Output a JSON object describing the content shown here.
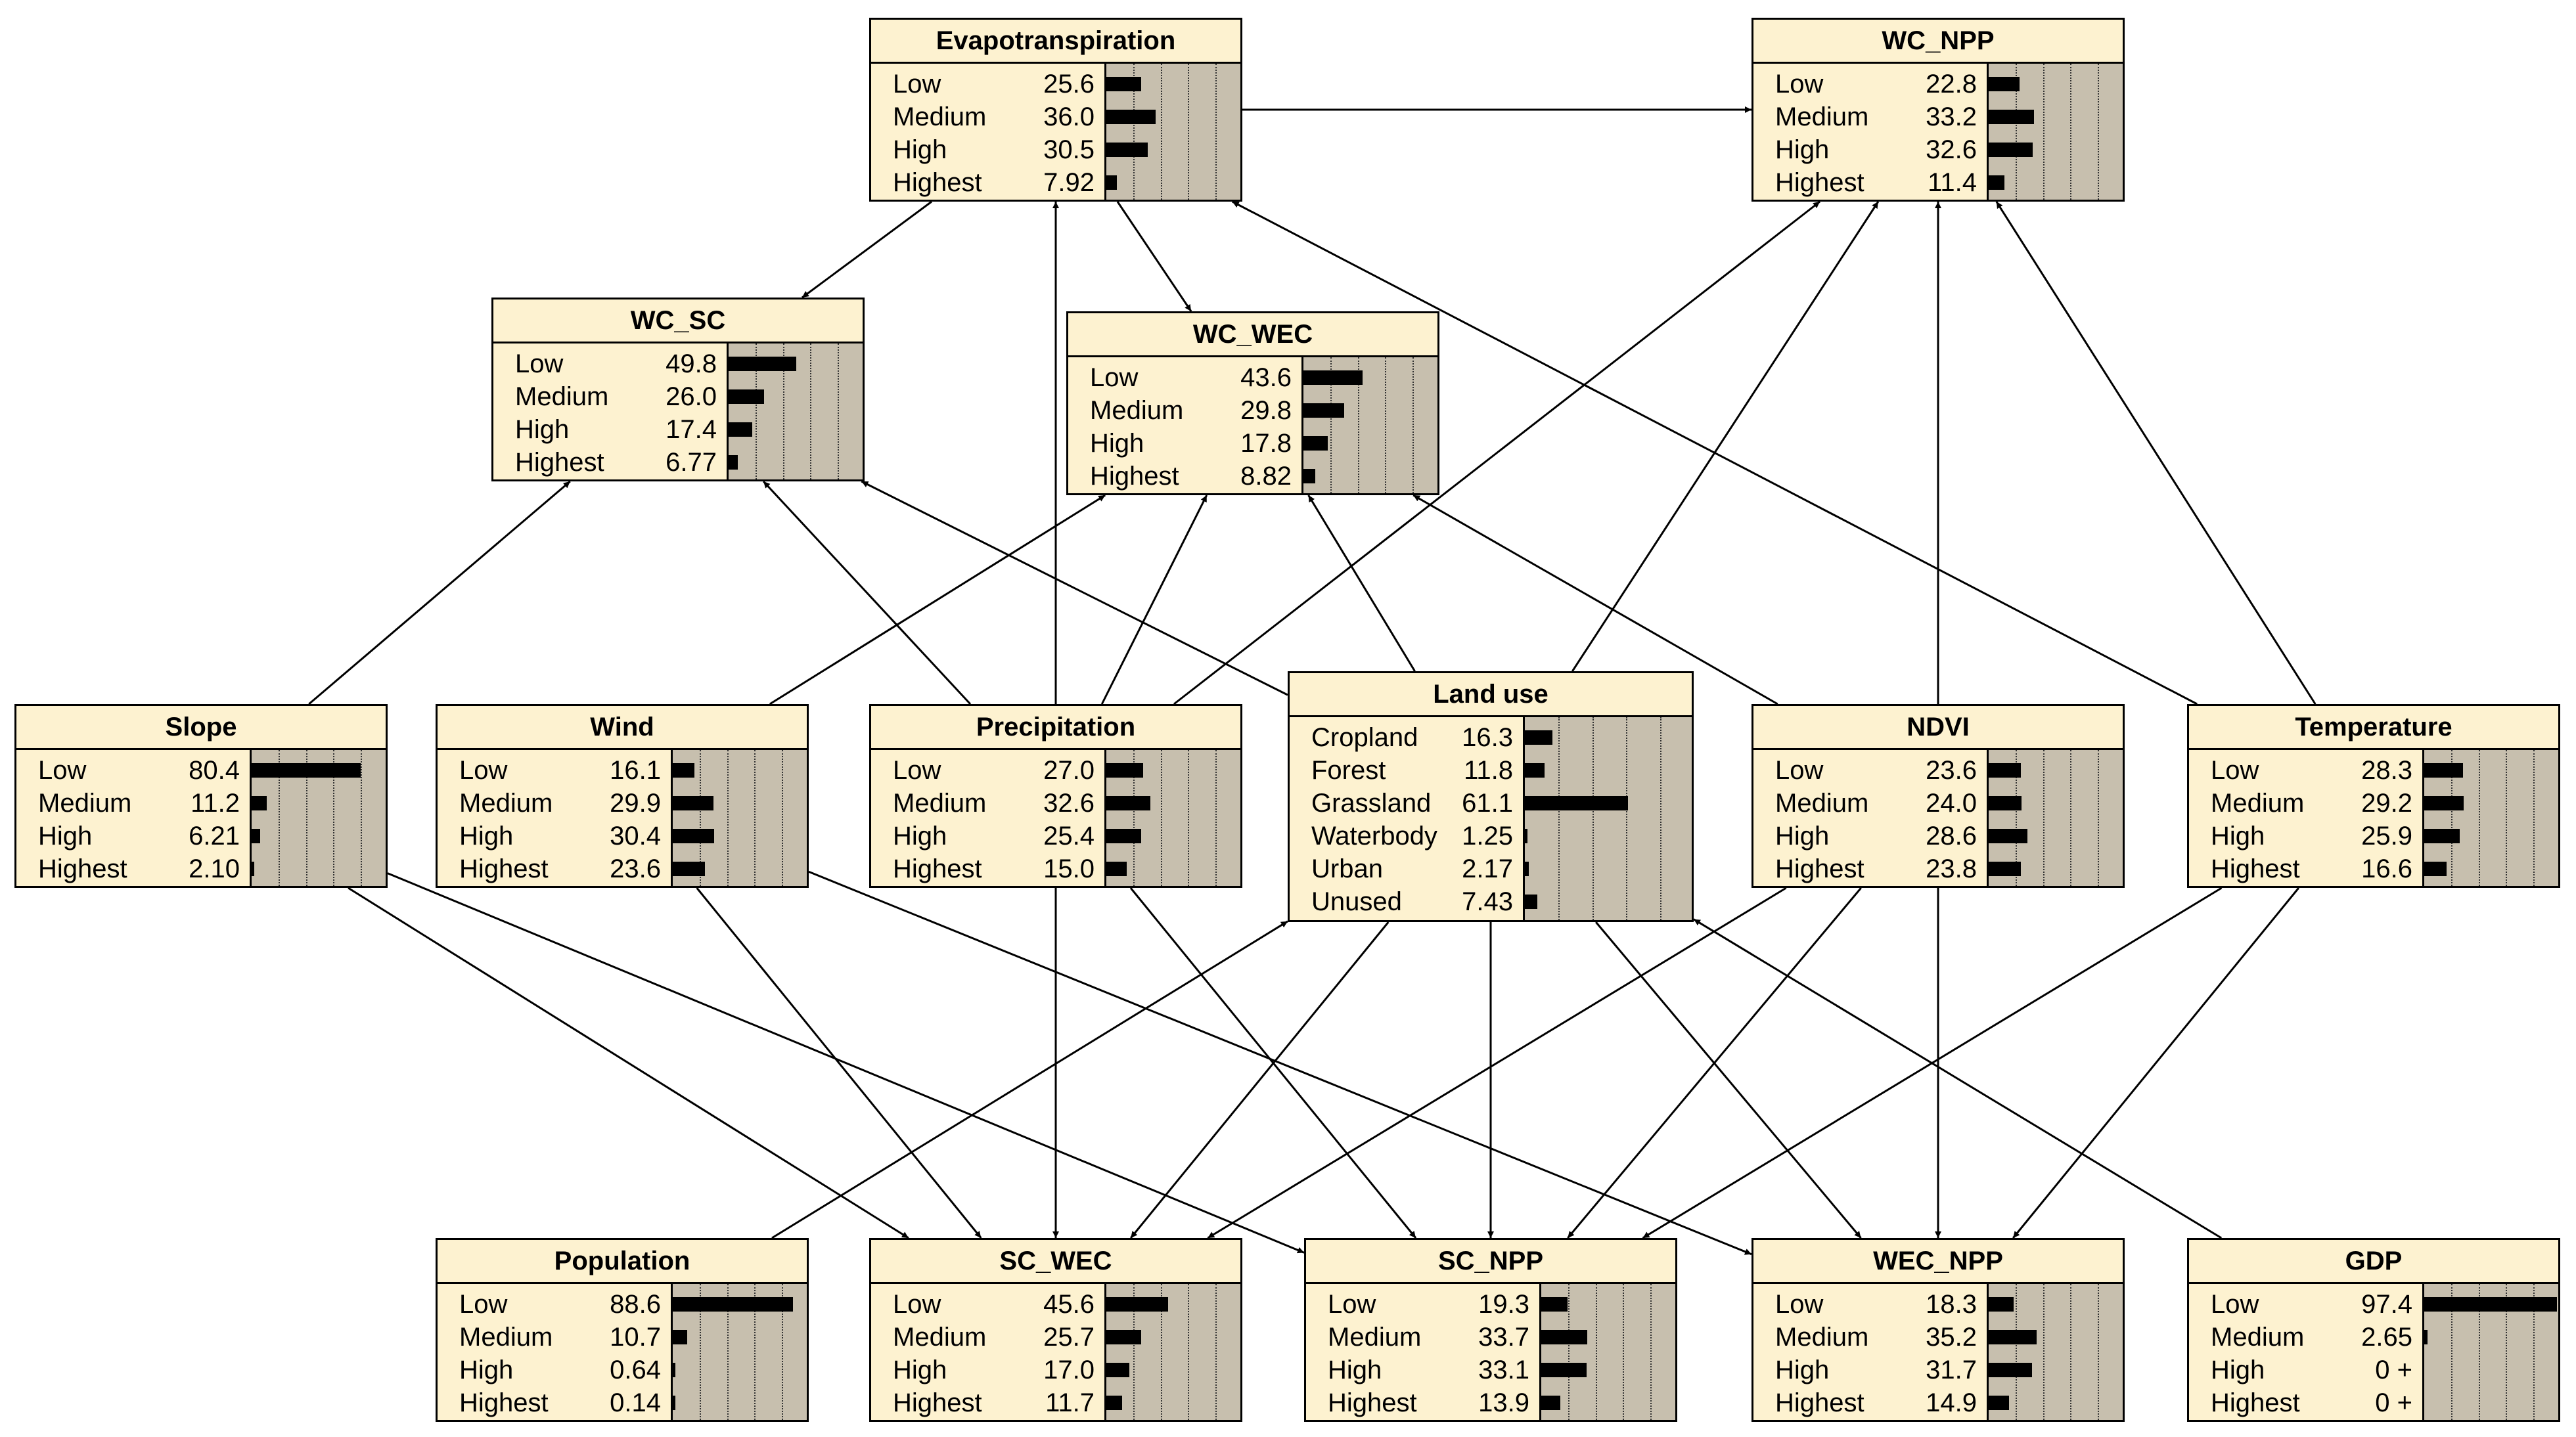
{
  "nodes": [
    {
      "id": "evapotranspiration",
      "title": "Evapotranspiration",
      "states": [
        [
          "Low",
          "25.6"
        ],
        [
          "Medium",
          "36.0"
        ],
        [
          "High",
          "30.5"
        ],
        [
          "Highest",
          "7.92"
        ]
      ],
      "probs": [
        25.6,
        36.0,
        30.5,
        7.92
      ]
    },
    {
      "id": "wc-npp",
      "title": "WC_NPP",
      "states": [
        [
          "Low",
          "22.8"
        ],
        [
          "Medium",
          "33.2"
        ],
        [
          "High",
          "32.6"
        ],
        [
          "Highest",
          "11.4"
        ]
      ],
      "probs": [
        22.8,
        33.2,
        32.6,
        11.4
      ]
    },
    {
      "id": "wc-sc",
      "title": "WC_SC",
      "states": [
        [
          "Low",
          "49.8"
        ],
        [
          "Medium",
          "26.0"
        ],
        [
          "High",
          "17.4"
        ],
        [
          "Highest",
          "6.77"
        ]
      ],
      "probs": [
        49.8,
        26.0,
        17.4,
        6.77
      ]
    },
    {
      "id": "wc-wec",
      "title": "WC_WEC",
      "states": [
        [
          "Low",
          "43.6"
        ],
        [
          "Medium",
          "29.8"
        ],
        [
          "High",
          "17.8"
        ],
        [
          "Highest",
          "8.82"
        ]
      ],
      "probs": [
        43.6,
        29.8,
        17.8,
        8.82
      ]
    },
    {
      "id": "slope",
      "title": "Slope",
      "states": [
        [
          "Low",
          "80.4"
        ],
        [
          "Medium",
          "11.2"
        ],
        [
          "High",
          "6.21"
        ],
        [
          "Highest",
          "2.10"
        ]
      ],
      "probs": [
        80.4,
        11.2,
        6.21,
        2.1
      ]
    },
    {
      "id": "wind",
      "title": "Wind",
      "states": [
        [
          "Low",
          "16.1"
        ],
        [
          "Medium",
          "29.9"
        ],
        [
          "High",
          "30.4"
        ],
        [
          "Highest",
          "23.6"
        ]
      ],
      "probs": [
        16.1,
        29.9,
        30.4,
        23.6
      ]
    },
    {
      "id": "precipitation",
      "title": "Precipitation",
      "states": [
        [
          "Low",
          "27.0"
        ],
        [
          "Medium",
          "32.6"
        ],
        [
          "High",
          "25.4"
        ],
        [
          "Highest",
          "15.0"
        ]
      ],
      "probs": [
        27.0,
        32.6,
        25.4,
        15.0
      ]
    },
    {
      "id": "land-use",
      "title": "Land use",
      "states": [
        [
          "Cropland",
          "16.3"
        ],
        [
          "Forest",
          "11.8"
        ],
        [
          "Grassland",
          "61.1"
        ],
        [
          "Waterbody",
          "1.25"
        ],
        [
          "Urban",
          "2.17"
        ],
        [
          "Unused",
          "7.43"
        ]
      ],
      "probs": [
        16.3,
        11.8,
        61.1,
        1.25,
        2.17,
        7.43
      ]
    },
    {
      "id": "ndvi",
      "title": "NDVI",
      "states": [
        [
          "Low",
          "23.6"
        ],
        [
          "Medium",
          "24.0"
        ],
        [
          "High",
          "28.6"
        ],
        [
          "Highest",
          "23.8"
        ]
      ],
      "probs": [
        23.6,
        24.0,
        28.6,
        23.8
      ]
    },
    {
      "id": "temperature",
      "title": "Temperature",
      "states": [
        [
          "Low",
          "28.3"
        ],
        [
          "Medium",
          "29.2"
        ],
        [
          "High",
          "25.9"
        ],
        [
          "Highest",
          "16.6"
        ]
      ],
      "probs": [
        28.3,
        29.2,
        25.9,
        16.6
      ]
    },
    {
      "id": "population",
      "title": "Population",
      "states": [
        [
          "Low",
          "88.6"
        ],
        [
          "Medium",
          "10.7"
        ],
        [
          "High",
          "0.64"
        ],
        [
          "Highest",
          "0.14"
        ]
      ],
      "probs": [
        88.6,
        10.7,
        0.64,
        0.14
      ]
    },
    {
      "id": "sc-wec",
      "title": "SC_WEC",
      "states": [
        [
          "Low",
          "45.6"
        ],
        [
          "Medium",
          "25.7"
        ],
        [
          "High",
          "17.0"
        ],
        [
          "Highest",
          "11.7"
        ]
      ],
      "probs": [
        45.6,
        25.7,
        17.0,
        11.7
      ]
    },
    {
      "id": "sc-npp",
      "title": "SC_NPP",
      "states": [
        [
          "Low",
          "19.3"
        ],
        [
          "Medium",
          "33.7"
        ],
        [
          "High",
          "33.1"
        ],
        [
          "Highest",
          "13.9"
        ]
      ],
      "probs": [
        19.3,
        33.7,
        33.1,
        13.9
      ]
    },
    {
      "id": "wec-npp",
      "title": "WEC_NPP",
      "states": [
        [
          "Low",
          "18.3"
        ],
        [
          "Medium",
          "35.2"
        ],
        [
          "High",
          "31.7"
        ],
        [
          "Highest",
          "14.9"
        ]
      ],
      "probs": [
        18.3,
        35.2,
        31.7,
        14.9
      ]
    },
    {
      "id": "gdp",
      "title": "GDP",
      "states": [
        [
          "Low",
          "97.4"
        ],
        [
          "Medium",
          "2.65"
        ],
        [
          "High",
          "0 +"
        ],
        [
          "Highest",
          "0 +"
        ]
      ],
      "probs": [
        97.4,
        2.65,
        0,
        0
      ]
    }
  ],
  "edges": [
    [
      "evapotranspiration",
      "wc-npp"
    ],
    [
      "evapotranspiration",
      "wc-sc"
    ],
    [
      "evapotranspiration",
      "wc-wec"
    ],
    [
      "slope",
      "wc-sc"
    ],
    [
      "wind",
      "wc-wec"
    ],
    [
      "precipitation",
      "wc-sc"
    ],
    [
      "precipitation",
      "evapotranspiration"
    ],
    [
      "precipitation",
      "wc-wec"
    ],
    [
      "precipitation",
      "wc-npp"
    ],
    [
      "land-use",
      "wc-sc"
    ],
    [
      "land-use",
      "wc-wec"
    ],
    [
      "land-use",
      "wc-npp"
    ],
    [
      "ndvi",
      "wc-wec"
    ],
    [
      "ndvi",
      "wc-npp"
    ],
    [
      "temperature",
      "evapotranspiration"
    ],
    [
      "temperature",
      "wc-npp"
    ],
    [
      "slope",
      "sc-wec"
    ],
    [
      "slope",
      "sc-npp"
    ],
    [
      "wind",
      "sc-wec"
    ],
    [
      "wind",
      "wec-npp"
    ],
    [
      "precipitation",
      "sc-wec"
    ],
    [
      "precipitation",
      "sc-npp"
    ],
    [
      "population",
      "land-use"
    ],
    [
      "land-use",
      "sc-wec"
    ],
    [
      "land-use",
      "sc-npp"
    ],
    [
      "land-use",
      "wec-npp"
    ],
    [
      "ndvi",
      "sc-wec"
    ],
    [
      "ndvi",
      "sc-npp"
    ],
    [
      "ndvi",
      "wec-npp"
    ],
    [
      "temperature",
      "sc-npp"
    ],
    [
      "temperature",
      "wec-npp"
    ],
    [
      "gdp",
      "land-use"
    ]
  ],
  "colors": {
    "node_fill": "#fdf2d0",
    "gauge_fill": "#c7bfae",
    "bar": "#000000",
    "line": "#000000"
  }
}
